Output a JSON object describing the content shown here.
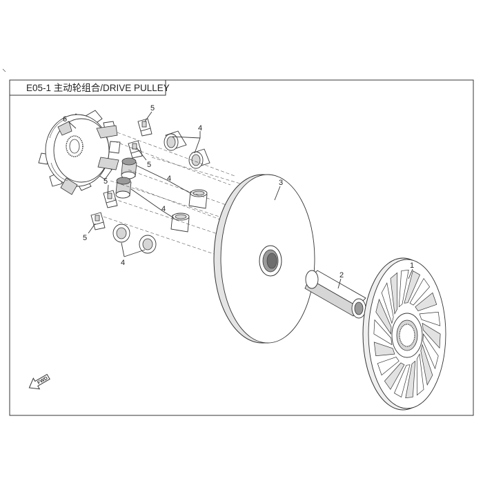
{
  "header": {
    "title": "E05-1 主动轮组合/DRIVE PULLEY"
  },
  "fwd_label": "FWD",
  "callouts": [
    {
      "id": "c1",
      "label": "1"
    },
    {
      "id": "c2",
      "label": "2"
    },
    {
      "id": "c3",
      "label": "3"
    },
    {
      "id": "c4a",
      "label": "4"
    },
    {
      "id": "c4b",
      "label": "4"
    },
    {
      "id": "c4c",
      "label": "4"
    },
    {
      "id": "c4d",
      "label": "4"
    },
    {
      "id": "c5a",
      "label": "5"
    },
    {
      "id": "c5b",
      "label": "5"
    },
    {
      "id": "c5c",
      "label": "5"
    },
    {
      "id": "c5d",
      "label": "5"
    },
    {
      "id": "c6",
      "label": "6"
    }
  ]
}
